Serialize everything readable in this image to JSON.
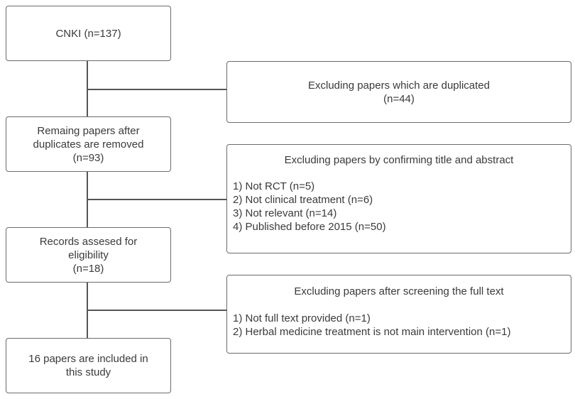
{
  "left_boxes": [
    {
      "lines": [
        "CNKI (n=137)"
      ]
    },
    {
      "lines": [
        "Remaing papers after",
        "duplicates are removed",
        "(n=93)"
      ]
    },
    {
      "lines": [
        "Records assesed for",
        "eligibility",
        "(n=18)"
      ]
    },
    {
      "lines": [
        "16 papers  are included in",
        "this study"
      ]
    }
  ],
  "exclusion_boxes": [
    {
      "title": "Excluding papers which are duplicated",
      "count": "(n=44)"
    },
    {
      "title": "Excluding papers by confirming title and  abstract",
      "items": [
        "1) Not RCT  (n=5)",
        "2) Not clinical treatment (n=6)",
        "3) Not relevant (n=14)",
        "4) Published before 2015 (n=50)"
      ]
    },
    {
      "title": "Excluding papers after screening the full text",
      "items": [
        "1) Not full text provided (n=1)",
        "2) Herbal medicine treatment is not main intervention  (n=1)"
      ]
    }
  ]
}
